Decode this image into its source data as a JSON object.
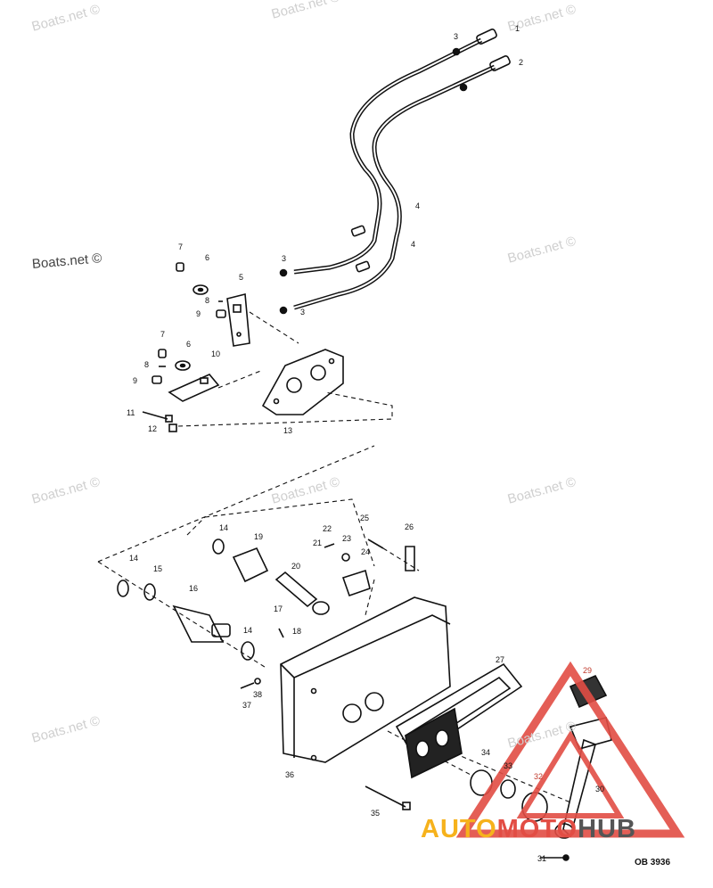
{
  "watermarks": {
    "brand": "Boats.net",
    "copyright_symbol": "©",
    "prominent_text": "Boats.net ©"
  },
  "callouts": [
    "1",
    "2",
    "3",
    "3",
    "3",
    "4",
    "4",
    "5",
    "6",
    "6",
    "7",
    "7",
    "8",
    "8",
    "9",
    "9",
    "10",
    "11",
    "12",
    "13",
    "14",
    "14",
    "14",
    "15",
    "16",
    "17",
    "18",
    "19",
    "20",
    "21",
    "22",
    "23",
    "24",
    "25",
    "26",
    "27",
    "29",
    "30",
    "31",
    "32",
    "33",
    "34",
    "35",
    "36",
    "37",
    "38"
  ],
  "drawing_code": "OB 3936",
  "logo": {
    "part1": "AUTO",
    "part2": "MOTO",
    "part3": "HUB",
    "colors": {
      "auto": "#f6b21c",
      "moto": "#e24d44",
      "hub": "#555555",
      "triangle": "#e24d44"
    }
  },
  "colors": {
    "line": "#111111",
    "watermark": "#cfcfcf",
    "highlight_red": "#c0392b"
  }
}
